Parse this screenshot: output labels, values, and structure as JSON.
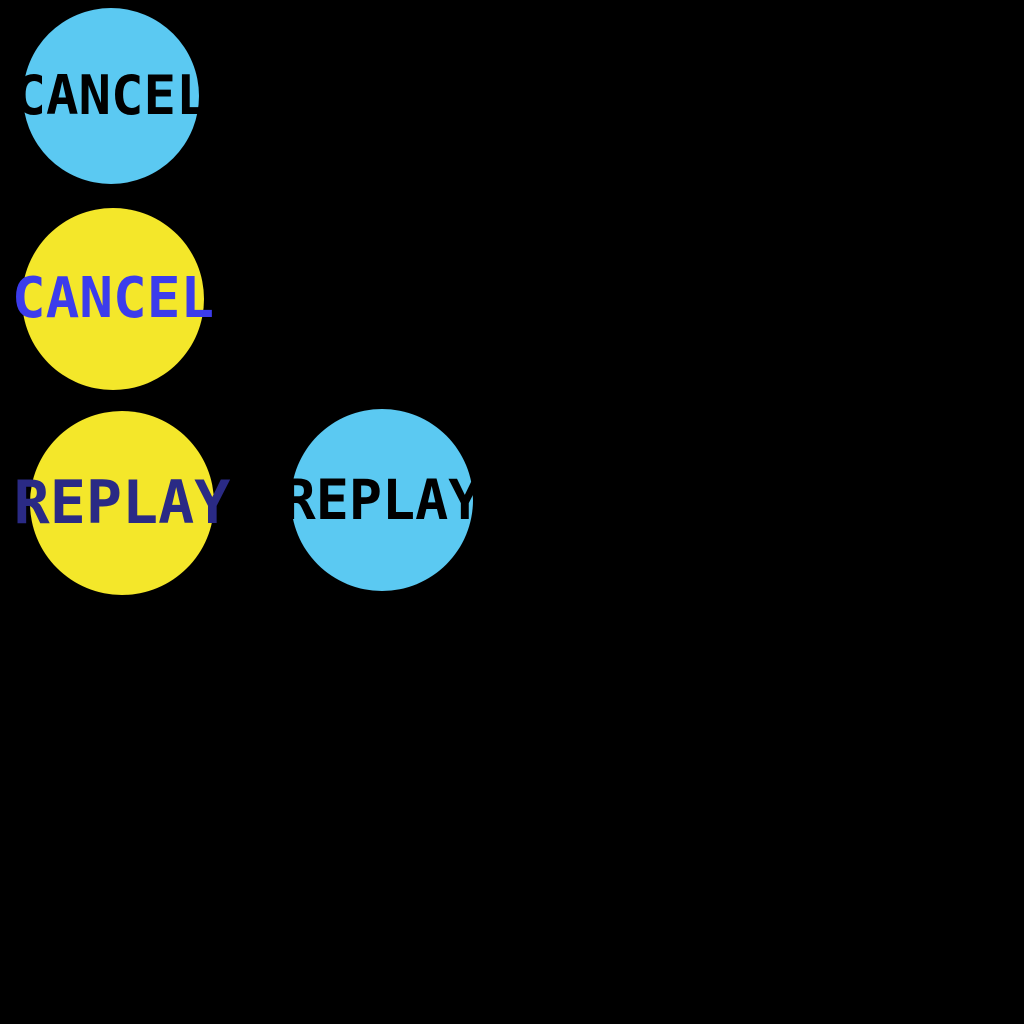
{
  "app": {
    "background_color": "#000000"
  },
  "buttons": [
    {
      "id": "cancel-blue",
      "label": "CANCEL",
      "circle_color": "#5BC9F2",
      "text_color": "#000000"
    },
    {
      "id": "cancel-yellow",
      "label": "CANCEL",
      "circle_color": "#F4E72A",
      "text_color": "#3C3CEC"
    },
    {
      "id": "replay-yellow",
      "label": "REPLAY",
      "circle_color": "#F4E72A",
      "text_color": "#2A2A85"
    },
    {
      "id": "replay-blue",
      "label": "REPLAY",
      "circle_color": "#5BC9F2",
      "text_color": "#000000"
    }
  ]
}
